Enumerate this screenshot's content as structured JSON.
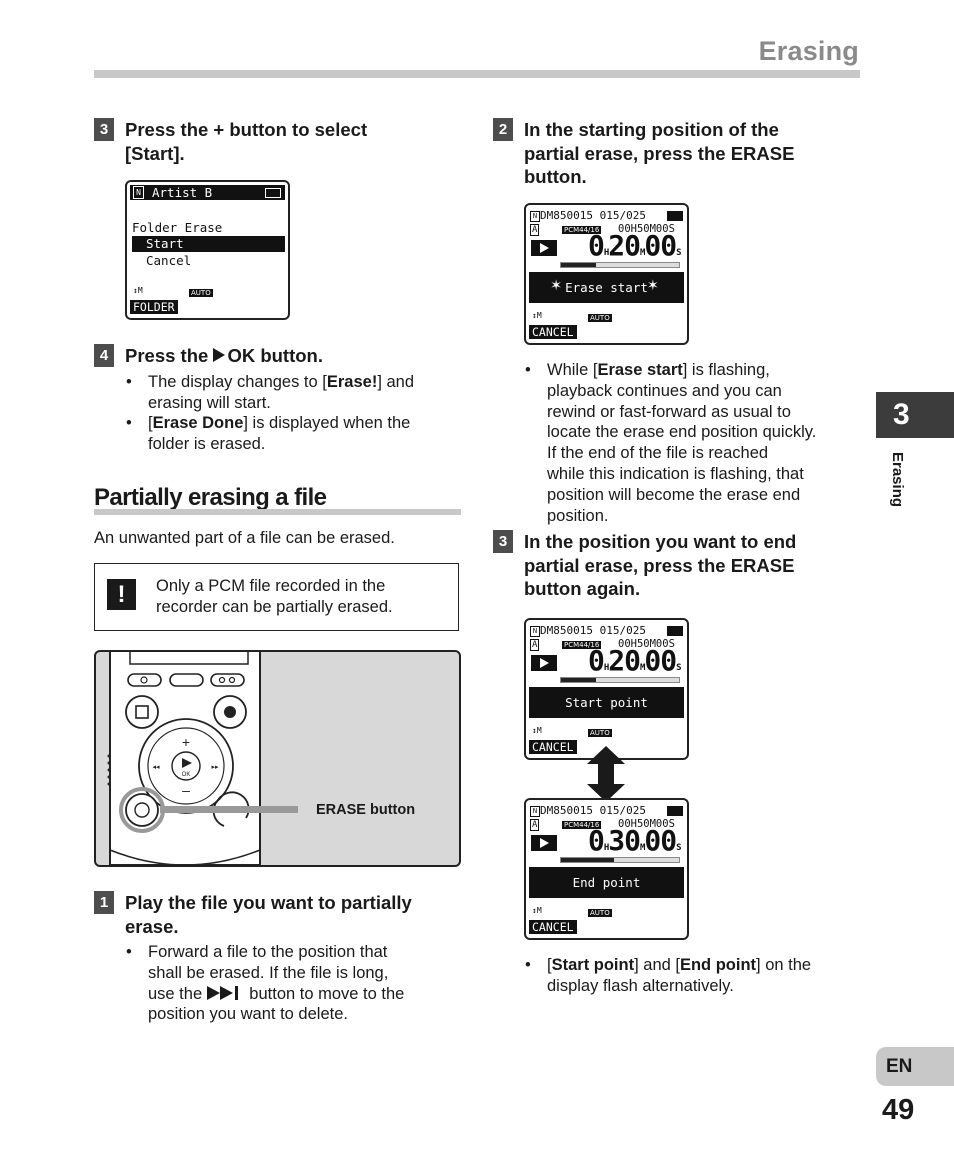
{
  "header": {
    "title": "Erasing"
  },
  "left": {
    "step3": {
      "num": "3",
      "line1": "Press the + button to select",
      "line2_pre": "[",
      "line2_bold": "Start",
      "line2_post": "]."
    },
    "lcd1": {
      "title": "Artist B",
      "line1": "Folder Erase",
      "sel": "Start",
      "line3": "Cancel",
      "auto": "AUTO",
      "bottom": "FOLDER"
    },
    "step4": {
      "num": "4",
      "pre": "Press the ",
      "post": "OK button."
    },
    "step4_bullets": [
      {
        "a": "The display changes to [",
        "b": "Erase!",
        "c": "] and",
        "d": "erasing will start."
      },
      {
        "a": "[",
        "b": "Erase Done",
        "c": "] is displayed when the",
        "d": "folder is erased."
      }
    ],
    "section_title": "Partially erasing a file",
    "intro": "An unwanted part of a file can be erased.",
    "note": {
      "icon": "!",
      "line1": "Only a PCM file recorded in the",
      "line2": "recorder can be partially erased."
    },
    "device": {
      "plus": "+",
      "minus": "–",
      "ok": "OK",
      "callout_bold": "ERASE",
      "callout_rest": " button"
    },
    "step1": {
      "num": "1",
      "line1": "Play the file you want to partially",
      "line2": "erase."
    },
    "step1_bullet": {
      "l1": "Forward a file to the position that",
      "l2": "shall be erased. If the file is long,",
      "l3a": "use the ",
      "l3b": " button to move to the",
      "l4": "position you want to delete."
    }
  },
  "right": {
    "step2": {
      "num": "2",
      "line1": "In the starting position of the",
      "line2": "partial erase, press the ERASE",
      "line3": "button."
    },
    "lcdA": {
      "file": "DM850015",
      "count": "015/025",
      "fmt": "PCM44/16",
      "total": "00H50M00S",
      "time_h": "0",
      "time_m": "20",
      "time_s": "00",
      "msg": "Erase start",
      "auto": "AUTO",
      "bottom": "CANCEL"
    },
    "step2_bullet": {
      "l1a": "While [",
      "l1b": "Erase start",
      "l1c": "] is flashing,",
      "l2": "playback continues and you can",
      "l3": "rewind or fast-forward as usual to",
      "l4": "locate the erase end position quickly.",
      "l5": "If the end of the file is reached",
      "l6": "while this indication is flashing, that",
      "l7": "position will become the erase end",
      "l8": "position."
    },
    "step3": {
      "num": "3",
      "line1": "In the position you want to end",
      "line2": "partial erase, press the ERASE",
      "line3": "button again."
    },
    "lcdB": {
      "file": "DM850015",
      "count": "015/025",
      "fmt": "PCM44/16",
      "total": "00H50M00S",
      "time_h": "0",
      "time_m": "20",
      "time_s": "00",
      "msg": "Start point",
      "auto": "AUTO",
      "bottom": "CANCEL"
    },
    "lcdC": {
      "file": "DM850015",
      "count": "015/025",
      "fmt": "PCM44/16",
      "total": "00H50M00S",
      "time_h": "0",
      "time_m": "30",
      "time_s": "00",
      "msg": "End point",
      "auto": "AUTO",
      "bottom": "CANCEL"
    },
    "step3_bullet": {
      "a": "[",
      "b": "Start point",
      "c": "] and [",
      "d": "End point",
      "e": "] on the",
      "l2": "display flash alternatively."
    }
  },
  "side": {
    "chapter": "3",
    "label": "Erasing",
    "lang": "EN",
    "page": "49"
  }
}
